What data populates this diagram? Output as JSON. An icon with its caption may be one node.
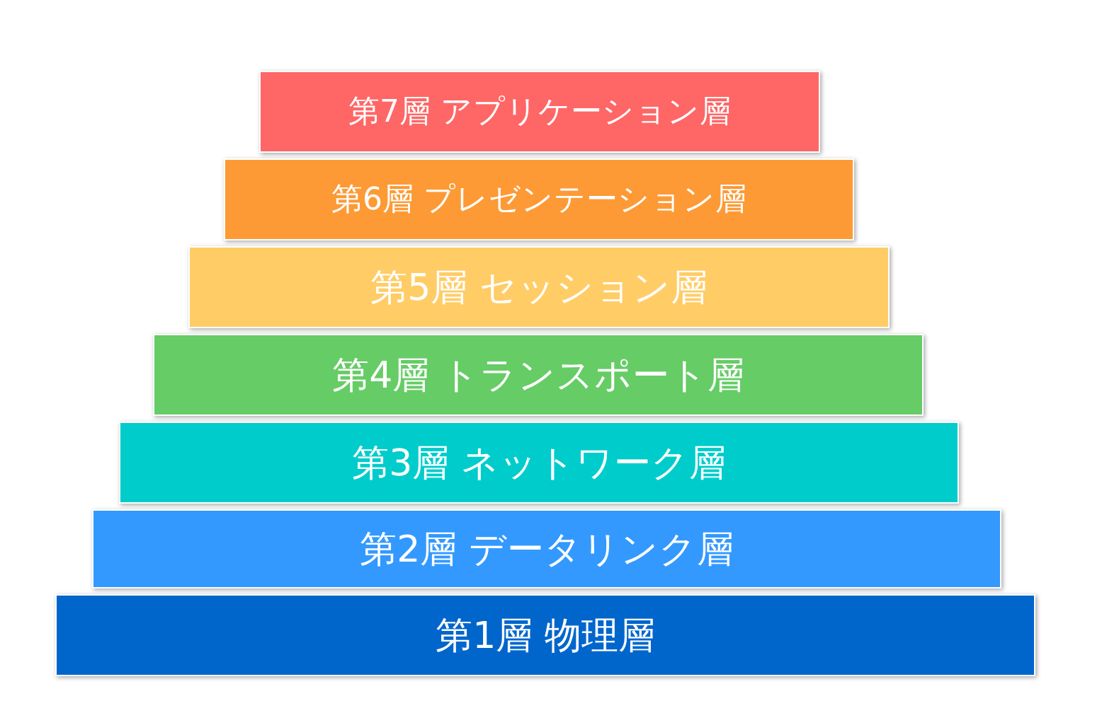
{
  "diagram": {
    "nodes": [
      {
        "text": [
          "第7層 アプリケーション層"
        ]
      },
      {
        "text": [
          "第6層 プレゼンテーション層"
        ]
      },
      {
        "text": [
          "第5層 セッション層"
        ]
      },
      {
        "text": [
          "第4層 トランスポート層"
        ]
      },
      {
        "text": [
          "第3層 ネットワーク層"
        ]
      },
      {
        "text": [
          "第2層 データリンク層"
        ]
      },
      {
        "text": [
          "第1層 物理層"
        ]
      }
    ]
  }
}
